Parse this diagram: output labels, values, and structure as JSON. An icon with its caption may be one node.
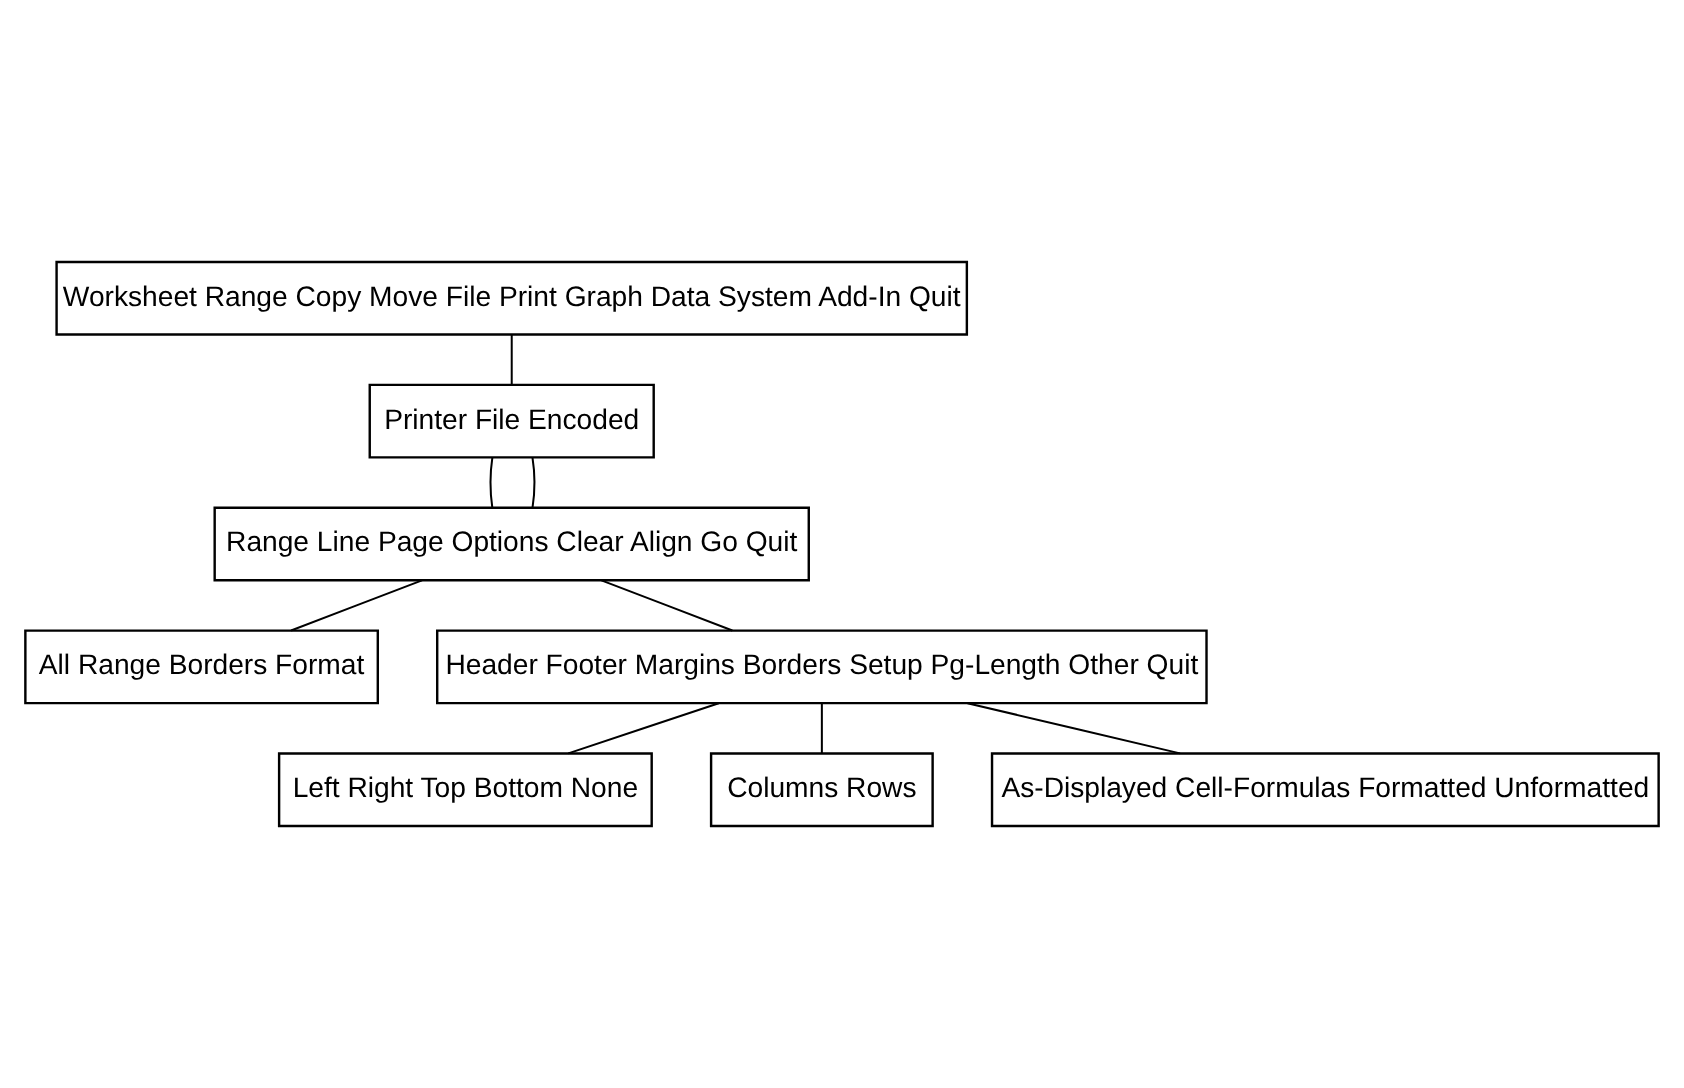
{
  "diagram": {
    "nodes": [
      {
        "text": [
          "Worksheet Range Copy Move File Print Graph Data System Add-In Quit"
        ]
      },
      {
        "text": [
          "Printer File Encoded"
        ]
      },
      {
        "text": [
          "Range Line Page Options Clear Align Go Quit"
        ]
      },
      {
        "text": [
          "All Range Borders Format"
        ]
      },
      {
        "text": [
          "Header Footer Margins Borders Setup Pg-Length Other Quit"
        ]
      },
      {
        "text": [
          "Left Right Top Bottom None"
        ]
      },
      {
        "text": [
          "Columns Rows"
        ]
      },
      {
        "text": [
          "As-Displayed Cell-Formulas Formatted Unformatted"
        ]
      }
    ],
    "edges": [
      {
        "from": 0,
        "to": 1,
        "arrow": "none"
      },
      {
        "from": 1,
        "to": 2,
        "arrow": "none"
      },
      {
        "from": 1,
        "to": 2,
        "arrow": "none"
      },
      {
        "from": 2,
        "to": 3,
        "arrow": "none"
      },
      {
        "from": 2,
        "to": 4,
        "arrow": "none"
      },
      {
        "from": 4,
        "to": 5,
        "arrow": "none"
      },
      {
        "from": 4,
        "to": 6,
        "arrow": "none"
      },
      {
        "from": 4,
        "to": 7,
        "arrow": "none"
      }
    ]
  }
}
